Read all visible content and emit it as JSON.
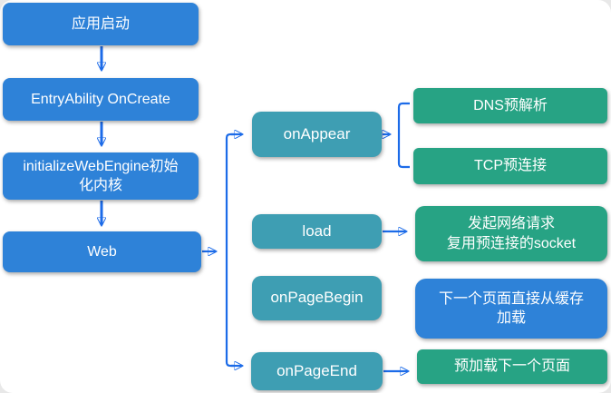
{
  "diagram": {
    "title_hint": "Web engine preload flow",
    "colors": {
      "node_blue": "#2E82D8",
      "node_teal": "#3E9EB3",
      "node_green": "#27A384",
      "arrow_blue": "#1C6BE8",
      "background": "#FFFFFF",
      "text": "#FFFFFF"
    },
    "nodes": {
      "app_start": "应用启动",
      "entry_oncreate": "EntryAbility OnCreate",
      "init_engine": "initializeWebEngine初始\n化内核",
      "web": "Web",
      "on_appear": "onAppear",
      "load": "load",
      "on_page_begin": "onPageBegin",
      "on_page_end": "onPageEnd",
      "dns_preresolve": "DNS预解析",
      "tcp_preconnect": "TCP预连接",
      "network_request": "发起网络请求\n复用预连接的socket",
      "cache_load": "下一个页面直接从缓存\n加载",
      "preload_next": "预加载下一个页面"
    },
    "edges": [
      "app_start -> entry_oncreate",
      "entry_oncreate -> init_engine",
      "init_engine -> web",
      "web -> on_appear",
      "web -> on_page_end",
      "on_appear -> dns_preresolve",
      "on_appear -> tcp_preconnect",
      "load -> network_request",
      "on_page_end -> preload_next"
    ]
  }
}
